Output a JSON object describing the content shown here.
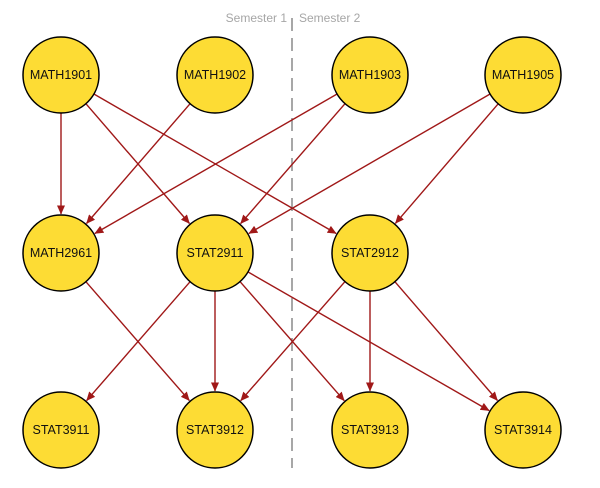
{
  "semesters": {
    "left_label": "Semester 1",
    "right_label": "Semester 2"
  },
  "colors": {
    "node_fill": "#fddc34",
    "node_stroke": "#000000",
    "edge": "#a01818",
    "divider": "#8a8a8a"
  },
  "nodes": [
    {
      "id": "MATH1901",
      "label": "MATH1901"
    },
    {
      "id": "MATH1902",
      "label": "MATH1902"
    },
    {
      "id": "MATH1903",
      "label": "MATH1903"
    },
    {
      "id": "MATH1905",
      "label": "MATH1905"
    },
    {
      "id": "MATH2961",
      "label": "MATH2961"
    },
    {
      "id": "STAT2911",
      "label": "STAT2911"
    },
    {
      "id": "STAT2912",
      "label": "STAT2912"
    },
    {
      "id": "STAT3911",
      "label": "STAT3911"
    },
    {
      "id": "STAT3912",
      "label": "STAT3912"
    },
    {
      "id": "STAT3913",
      "label": "STAT3913"
    },
    {
      "id": "STAT3914",
      "label": "STAT3914"
    }
  ],
  "edges": [
    {
      "from": "MATH1901",
      "to": "MATH2961"
    },
    {
      "from": "MATH1901",
      "to": "STAT2911"
    },
    {
      "from": "MATH1901",
      "to": "STAT2912"
    },
    {
      "from": "MATH1902",
      "to": "MATH2961"
    },
    {
      "from": "MATH1903",
      "to": "MATH2961"
    },
    {
      "from": "MATH1903",
      "to": "STAT2911"
    },
    {
      "from": "MATH1905",
      "to": "STAT2911"
    },
    {
      "from": "MATH1905",
      "to": "STAT2912"
    },
    {
      "from": "MATH2961",
      "to": "STAT3912"
    },
    {
      "from": "STAT2911",
      "to": "STAT3911"
    },
    {
      "from": "STAT2911",
      "to": "STAT3912"
    },
    {
      "from": "STAT2911",
      "to": "STAT3913"
    },
    {
      "from": "STAT2911",
      "to": "STAT3914"
    },
    {
      "from": "STAT2912",
      "to": "STAT3912"
    },
    {
      "from": "STAT2912",
      "to": "STAT3913"
    },
    {
      "from": "STAT2912",
      "to": "STAT3914"
    }
  ]
}
